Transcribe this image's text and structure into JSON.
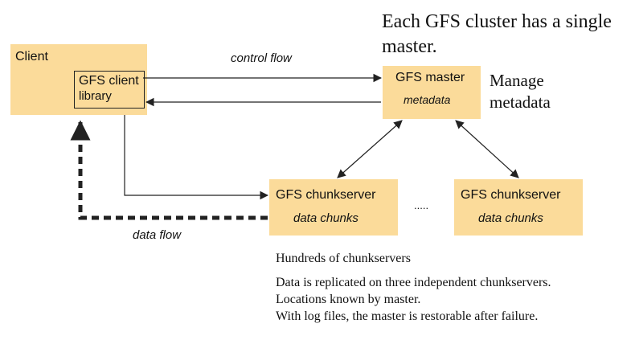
{
  "headline": {
    "line1": "Each GFS cluster has a single",
    "line2": "master."
  },
  "client": {
    "title": "Client",
    "library_line1": "GFS client",
    "library_line2": "library"
  },
  "master": {
    "title": "GFS master",
    "subtitle": "metadata",
    "note_line1": "Manage",
    "note_line2": "metadata"
  },
  "chunkservers": [
    {
      "title": "GFS chunkserver",
      "subtitle": "data chunks"
    },
    {
      "title": "GFS chunkserver",
      "subtitle": "data chunks"
    }
  ],
  "ellipsis": ".....",
  "labels": {
    "control_flow": "control flow",
    "data_flow": "data flow"
  },
  "notes": [
    "Hundreds of chunkservers",
    "Data is replicated on three independent chunkservers.",
    "Locations known by master.",
    "With log files, the master is restorable after failure."
  ],
  "colors": {
    "box_fill": "#fbdb9a",
    "line": "#222222"
  }
}
